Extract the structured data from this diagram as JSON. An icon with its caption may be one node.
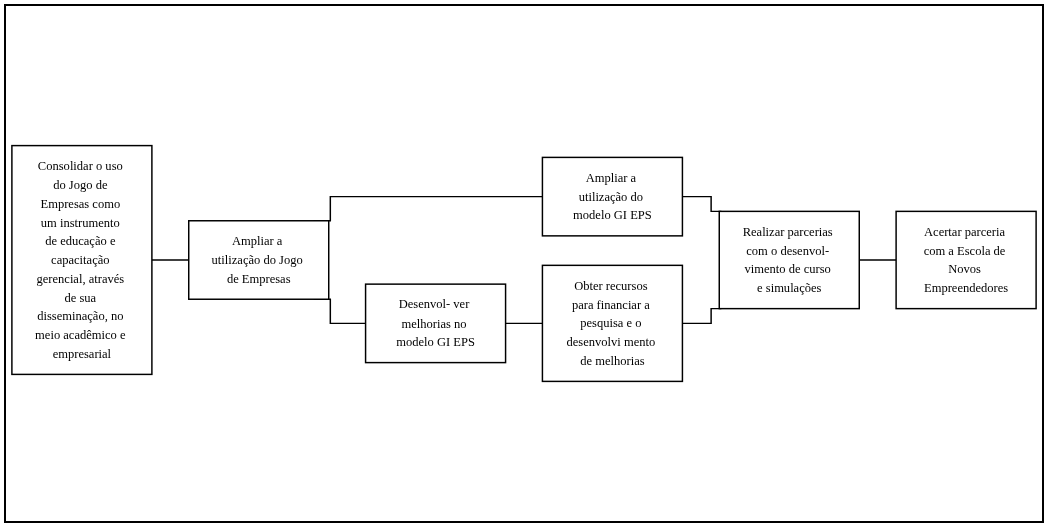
{
  "diagram": {
    "nodes": [
      {
        "text": [
          "Consolidar o uso do Jogo de Empresas como um instrumento de educação e capacitação gerencial, através de sua disseminação, no meio acadêmico e empresarial"
        ]
      },
      {
        "text": [
          "Ampliar a utilização do Jogo de Empresas"
        ]
      },
      {
        "text": [
          "Ampliar a utilização do modelo GI EPS"
        ]
      },
      {
        "text": [
          "Realizar parcerias com o desenvol- vimento de curso e simulações"
        ]
      },
      {
        "text": [
          "Desenvol- ver melhorias no modelo GI EPS"
        ]
      },
      {
        "text": [
          "Obter recursos para financiar a pesquisa e o desenvolvi mento de melhorias"
        ]
      },
      {
        "text": [
          "Acertar parceria com a Escola de Novos Empreendedores"
        ]
      }
    ],
    "edges": [
      {
        "from": 0,
        "to": 1,
        "arrow": "none"
      },
      {
        "from": 1,
        "to": 2,
        "arrow": "none"
      },
      {
        "from": 1,
        "to": 4,
        "arrow": "none"
      },
      {
        "from": 2,
        "to": 3,
        "arrow": "none"
      },
      {
        "from": 4,
        "to": 5,
        "arrow": "none"
      },
      {
        "from": 5,
        "to": 3,
        "arrow": "none"
      },
      {
        "from": 3,
        "to": 6,
        "arrow": "none"
      }
    ]
  }
}
